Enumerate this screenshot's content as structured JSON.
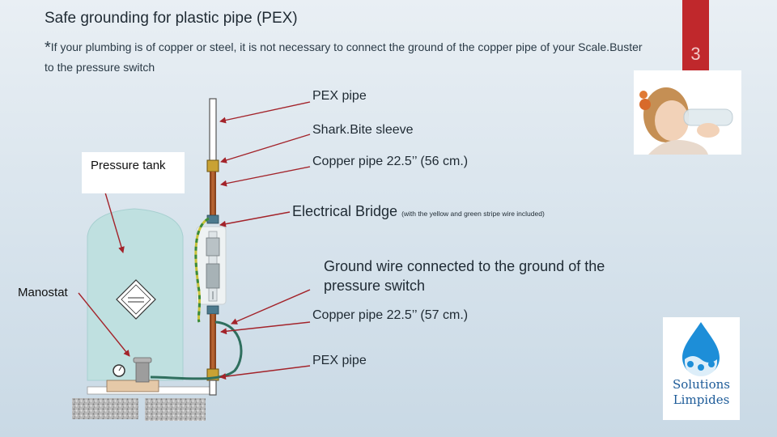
{
  "slide": {
    "title": "Safe grounding for plastic pipe (PEX)",
    "note_asterisk": "*",
    "note": "If your plumbing is of copper or steel, it is not necessary to connect the ground of the copper pipe of your Scale.Buster to the pressure switch",
    "slide_number": "3"
  },
  "labels": {
    "pex_pipe_top": "PEX pipe",
    "sharkbite": "Shark.Bite sleeve",
    "copper_pipe_top": "Copper pipe 22.5’’ (56 cm.)",
    "electrical_bridge": "Electrical Bridge",
    "electrical_bridge_note": "(with the yellow and green stripe wire included)",
    "ground_wire": "Ground wire connected to the ground of the pressure switch",
    "copper_pipe_bottom": "Copper pipe 22.5’’ (57 cm.)",
    "pex_pipe_bottom": "PEX pipe",
    "pressure_tank": "Pressure tank",
    "manostat": "Manostat"
  },
  "logo": {
    "line1": "Solutions",
    "line2": "Limpides"
  },
  "colors": {
    "arrow": "#a3232a",
    "slide_number_bar": "#c0282c",
    "copper": "#a85a2e",
    "tank": "#bfe0e0",
    "ground_wire": "#2f6f5e",
    "logo_blue": "#1d5b98"
  }
}
